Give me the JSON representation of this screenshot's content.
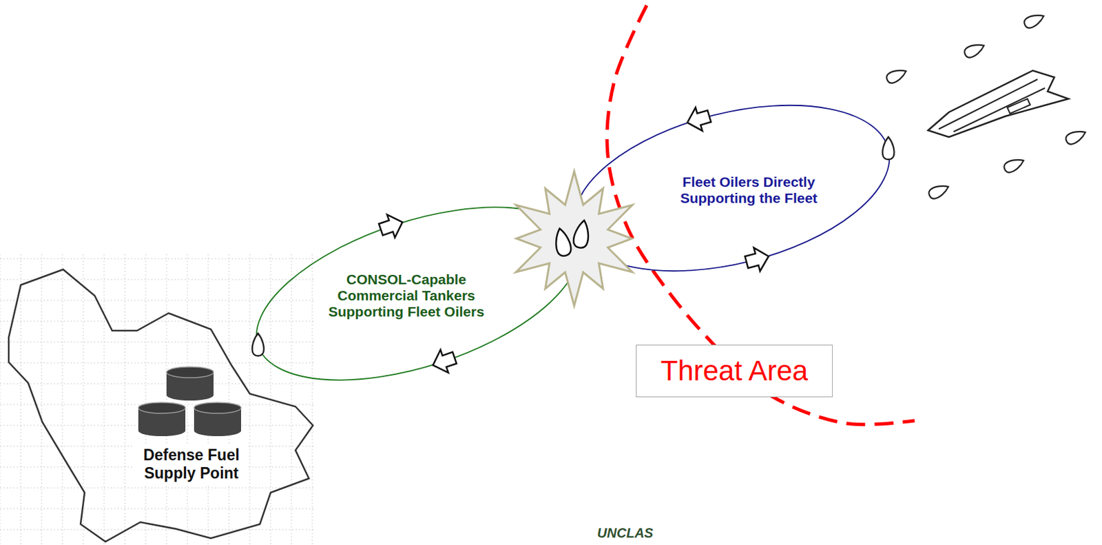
{
  "diagram": {
    "nodes": [
      {
        "text": [
          "Defense Fuel Supply Point"
        ]
      },
      {
        "text": [
          "CONSOL-Capable Commercial Tankers Supporting Fleet Oilers"
        ]
      },
      {
        "text": [
          "Fleet Oilers Directly Supporting the Fleet"
        ]
      },
      {
        "text": [
          "Threat Area"
        ]
      }
    ],
    "labels": [
      "UNCLAS"
    ]
  }
}
